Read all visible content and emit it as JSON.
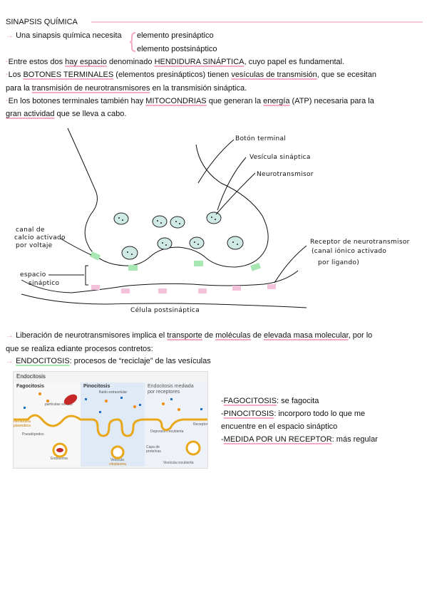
{
  "title": "SINAPSIS QUÍMICA",
  "intro": {
    "arrow": "→",
    "text": "Una sinapsis química necesita",
    "brace_item1": "elemento presináptico",
    "brace_item2": "elemento postsináptico"
  },
  "p1": {
    "a": "Entre estos dos ",
    "b": "hay espacio",
    "c": " denominado ",
    "d": "HENDIDURA SINÁPTICA",
    "e": ", cuyo papel es fundamental."
  },
  "p2": {
    "l1a": "Los ",
    "l1b": "BOTONES TERMINALES",
    "l1c": " (elementos presinápticos) tienen ",
    "l1d": "vesículas de transmisión",
    "l1e": ", que se ecesitan",
    "l2a": "para la ",
    "l2b": "transmisión de neurotransmisores",
    "l2c": " en la transmisión sináptica."
  },
  "p3": {
    "l1a": "En los botones terminales también hay ",
    "l1b": "MITOCONDRIAS",
    "l1c": " que generan la ",
    "l1d": "energía",
    "l1e": " (ATP) necesaria para la",
    "l2a": "gran actividad",
    "l2b": " que se lleva a cabo."
  },
  "diagram": {
    "boton": "Botón terminal",
    "vesicula": "Vesícula sináptica",
    "neuro": "Neurotransmisor",
    "canal_l1": "canal de",
    "canal_l2": "calcio activado",
    "canal_l3": "por voltaje",
    "espacio_l1": "espacio",
    "espacio_l2": "sináptico",
    "receptor_l1": "Receptor de neurotransmisor",
    "receptor_l2": "(canal iónico activado",
    "receptor_l3": "por ligando)",
    "celula": "Célula postsináptica"
  },
  "p4": {
    "arrow": "→",
    "l1a": "Liberación de neurotransmisores implica el ",
    "l1b": "transporte",
    "l1c": " de ",
    "l1d": "moléculas",
    "l1e": " de ",
    "l1f": "elevada masa molecular",
    "l1g": ", por lo",
    "l2": "que se  realiza ediante procesos contretos:"
  },
  "endo_line": {
    "arrow": "→",
    "a": "ENDOCITOSIS",
    "b": ": procesos de “reciclaje” de las vesículas"
  },
  "endo_figure": {
    "heading": "Endocitosis",
    "p1": "Fagocitosis",
    "p2": "Pinocitosis",
    "p3a": "Endocitosis mediada",
    "p3b": "por receptores",
    "s_particulas": "partículas sólidas",
    "s_membrana": "membrana plasmática",
    "s_pseudo": "Pseudópodos",
    "s_endosoma": "Endosoma",
    "s_fluido": "fluido extracelular",
    "s_vesicula": "Vesícula",
    "s_citoplasma": "citoplasma",
    "s_depresion": "Depresión recubierta",
    "s_receptor": "Receptor",
    "s_capa": "Capa de proteínas",
    "s_recubierta": "Vesícula recubierta"
  },
  "notes": {
    "n1a": "-",
    "n1b": "FAGOCITOSIS",
    "n1c": ": se fagocita",
    "n2a": "-",
    "n2b": "PINOCITOSIS",
    "n2c": ": incorporo todo lo que me",
    "n2d": "encuentre en el espacio sináptico",
    "n3a": "-",
    "n3b": "MEDIDA POR UN RECEPTOR",
    "n3c": ": más regular"
  },
  "colors": {
    "pink": "#f4a9c8",
    "green": "#a8e6b3",
    "vesicle": "#cfe9e4"
  }
}
